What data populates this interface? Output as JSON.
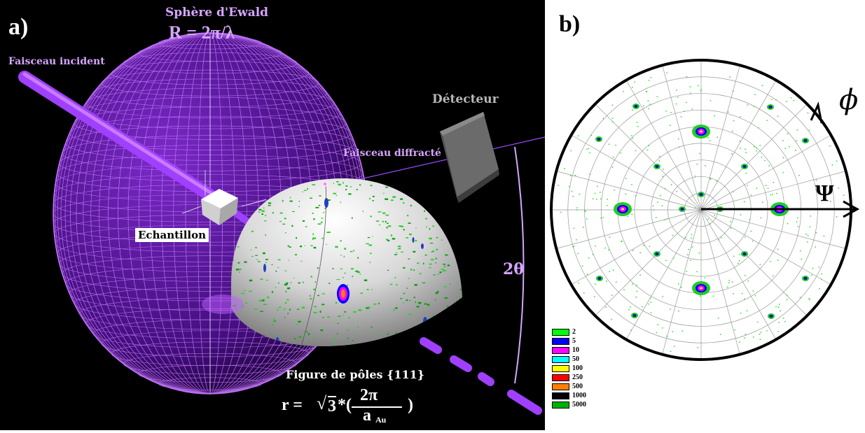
{
  "panel_a": {
    "label": "a)",
    "ewald_title": "Sphère d'Ewald",
    "ewald_formula": "R = 2π/λ",
    "incident_beam": "Faisceau incident",
    "diffracted_beam": "Faisceau diffracté",
    "detector": "Détecteur",
    "sample": "Echantillon",
    "two_theta": "2θ",
    "pole_figure": "Figure de pôles {111}",
    "radius_formula": {
      "prefix": "r =",
      "sqrt_symbol": "√",
      "sqrt_arg": "3",
      "mult": "*(",
      "numerator": "2π",
      "denominator": "a",
      "subscript": "Au",
      "close": ")"
    }
  },
  "panel_b": {
    "label": "b)",
    "phi_symbol": "ϕ",
    "psi_symbol": "Ψ",
    "legend": [
      {
        "value": "2",
        "color": "#00ff00"
      },
      {
        "value": "5",
        "color": "#0000ff"
      },
      {
        "value": "10",
        "color": "#ff00ff"
      },
      {
        "value": "50",
        "color": "#00ffff"
      },
      {
        "value": "100",
        "color": "#ffff00"
      },
      {
        "value": "250",
        "color": "#ff0000"
      },
      {
        "value": "500",
        "color": "#ff8000"
      },
      {
        "value": "1000",
        "color": "#000000"
      },
      {
        "value": "5000",
        "color": "#00b000"
      }
    ]
  },
  "colors": {
    "sphere": "#a040ff",
    "beam": "#b050ff",
    "label_purple": "#d6a6ff"
  }
}
